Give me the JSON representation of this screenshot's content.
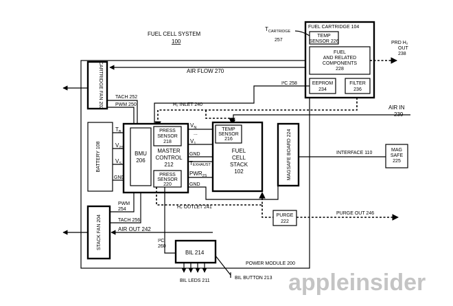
{
  "title": {
    "line1": "FUEL CELL SYSTEM",
    "line2": "100"
  },
  "fuel_cartridge": {
    "label": "FUEL CARTRIDGE 104",
    "t_cartridge": "T",
    "t_cartridge_sub": "CARTRIDGE",
    "t_cartridge_num": "257",
    "temp_sensor": [
      "TEMP",
      "SENSOR 226"
    ],
    "fuel_components": [
      "FUEL",
      "AND RELATED",
      "COMPONENTS",
      "228"
    ],
    "eeprom": [
      "EEPROM",
      "234"
    ],
    "filter": [
      "FILTER",
      "236"
    ],
    "prd_out": [
      "PRD H₂",
      "OUT",
      "238"
    ]
  },
  "labels": {
    "air_flow": "AIR FLOW 270",
    "i2c_258": "I²C 258",
    "air_in": [
      "AIR IN",
      "239"
    ],
    "tach_252": "TACH 252",
    "pwm_250": "PWM 250",
    "h2_inlet": "H₂ INLET 240",
    "interface": "INTERFACE 110",
    "h2_outlet": "H₂ OUTLET 241",
    "purge_out": "PURGE OUT 246",
    "pwm_254": [
      "PWM",
      "254"
    ],
    "tach_256": "TACH 256",
    "air_out": "AIR OUT 242",
    "i2c_260": [
      "I²C",
      "260"
    ],
    "power_module": "POWER MODULE 200",
    "bil_leds": "BIL LEDS 211",
    "bil_button": "BIL BUTTON 213"
  },
  "blocks": {
    "cartridge_fan": "CARTRIDGE FAN 202",
    "battery": "BATTERY 108",
    "bmu": [
      "BMU",
      "206"
    ],
    "master_control": [
      "MASTER",
      "CONTROL",
      "212"
    ],
    "press_sensor_218": [
      "PRESS",
      "SENSOR",
      "218"
    ],
    "press_sensor_220": [
      "PRESS",
      "SENSOR",
      "220"
    ],
    "temp_sensor_216": [
      "TEMP",
      "SENSOR",
      "216"
    ],
    "fuel_cell_stack": [
      "FUEL",
      "CELL",
      "STACK",
      "102"
    ],
    "magsafe_board": "MAGSAFE BOARD 224",
    "mag_safe": [
      "MAG",
      "SAFE",
      "225"
    ],
    "stack_fan": "STACK FAN 204",
    "purge": [
      "PURGE",
      "222"
    ],
    "bil": "BIL 214"
  },
  "signals": {
    "tb": "T",
    "tb_sub": "B",
    "v2s": "V",
    "v2s_sub": "2S",
    "vs": "V",
    "vs_sub": "S",
    "gnd_batt": "GND",
    "vn": "V",
    "vn_sub": "N",
    "dots": "...",
    "v1": "V",
    "v1_sub": "1",
    "gnd_mc": "GND",
    "texhaust": "T",
    "texhaust_sub": "EXHAUST",
    "pwr2s": "PWR",
    "pwr2s_sub": "2S",
    "gnd_stack": "GND"
  },
  "watermark": "appleinsider"
}
